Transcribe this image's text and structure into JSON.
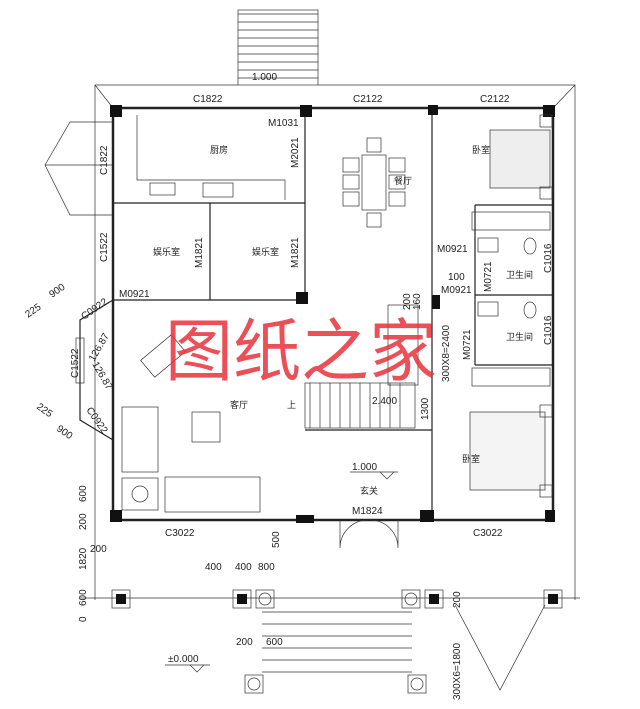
{
  "rooms": {
    "kitchen": "厨房",
    "dining": "餐厅",
    "ent1": "娱乐室",
    "ent2": "娱乐室",
    "bed1": "卧室",
    "bed2": "卧室",
    "bath1": "卫生间",
    "bath2": "卫生间",
    "living": "客厅",
    "foyer": "玄关"
  },
  "windows": {
    "top_kitchen": "C1822",
    "top_dining": "C2122",
    "top_bed": "C2122",
    "left_kitchen": "C1822",
    "left_ent": "C1522",
    "left_bay": "C1522",
    "bath1": "C1016",
    "bath2": "C1016",
    "front_left": "C3022",
    "front_right": "C3022",
    "bay_upper": "C0922",
    "bay_lower": "C0922"
  },
  "doors": {
    "back": "M1031",
    "kitchen": "M2021",
    "ent1": "M1821",
    "ent2": "M1821",
    "ent_left": "M0921",
    "bed1": "M0921",
    "bed2": "M0921",
    "bath1": "M0721",
    "bath2": "M0721",
    "main": "M1824"
  },
  "elevations": {
    "back": "1.000",
    "foyer": "1.000",
    "ground": "±0.000",
    "stair": "2.400"
  },
  "dims": {
    "bay_225a": "225",
    "bay_900a": "900",
    "bay_angle_a": "126.87",
    "bay_angle_b": "126.87",
    "bay_225b": "225",
    "bay_900b": "900",
    "l600a": "600",
    "l200a": "200",
    "l1820": "1820",
    "l200b": "200",
    "l600b": "600",
    "l0": "0",
    "p400a": "400",
    "p400b": "400",
    "p800": "800",
    "p500": "500",
    "s200": "200",
    "s600": "600",
    "steps": "300X6=1800",
    "r200": "200",
    "d100": "100",
    "st200": "200",
    "st160": "160",
    "stairs": "300X8=2400",
    "st1300": "1300",
    "up": "上"
  },
  "watermark": "图纸之家"
}
